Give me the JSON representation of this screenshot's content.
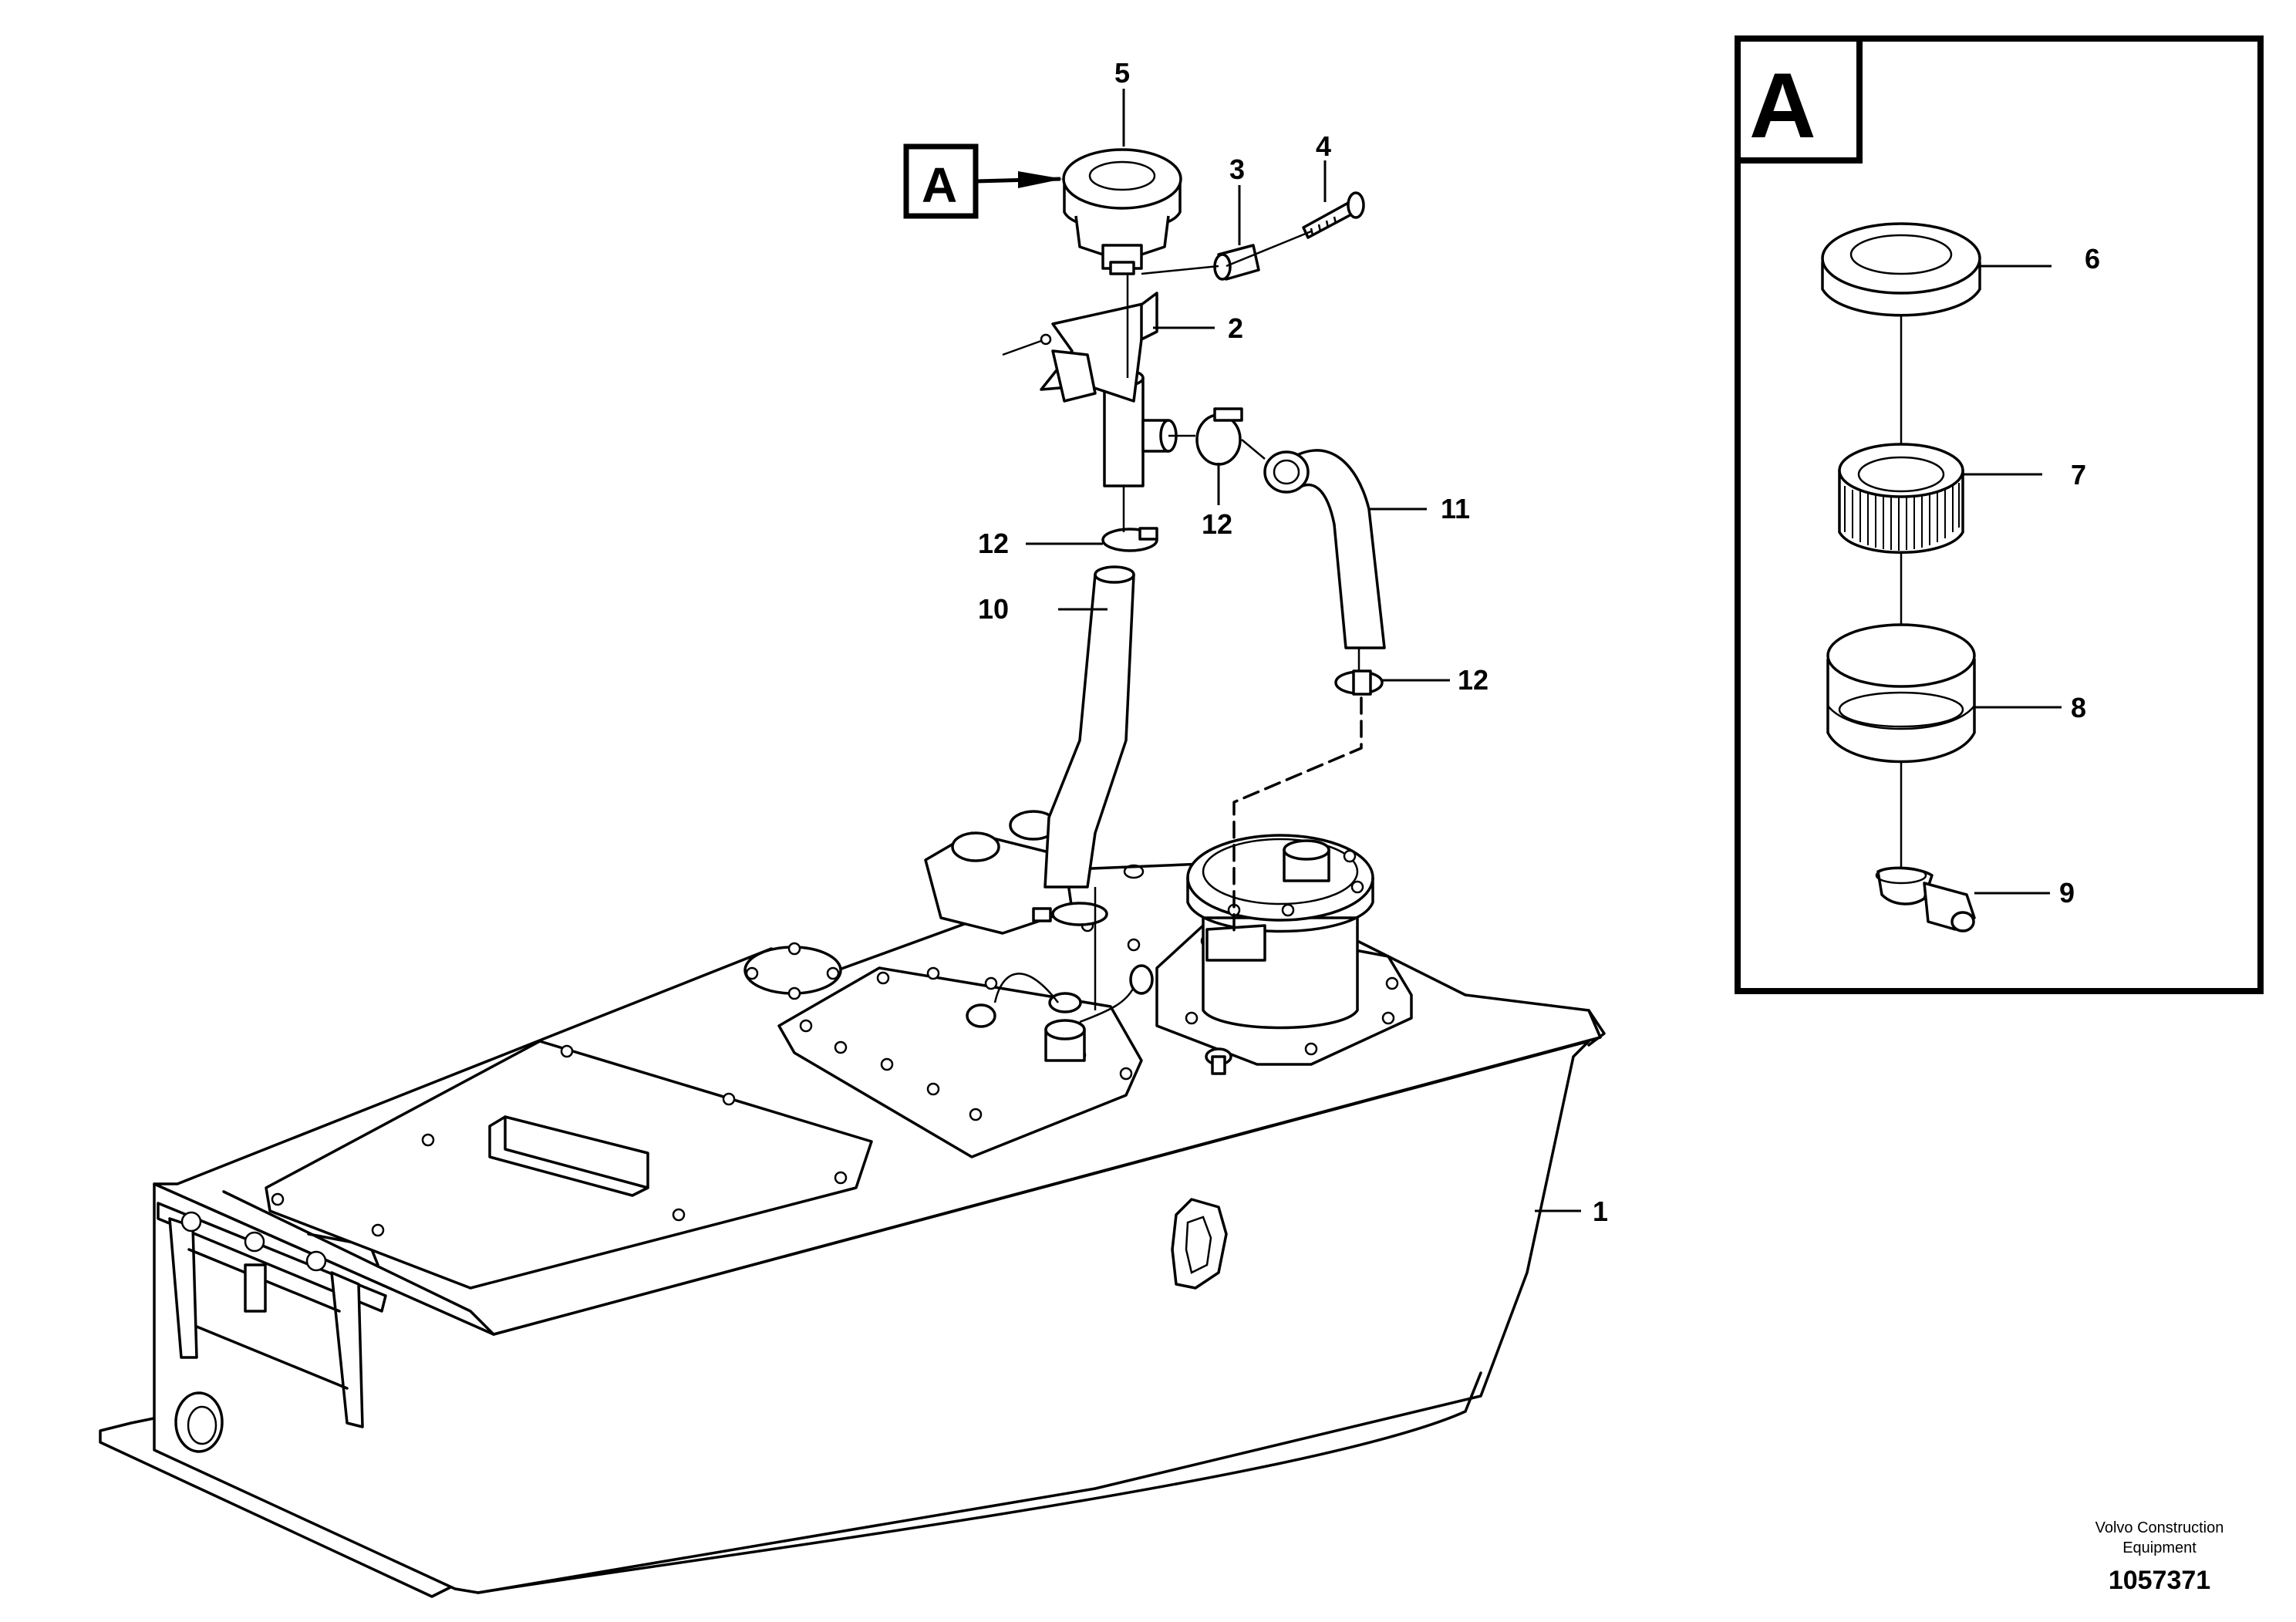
{
  "callouts": {
    "c1": "1",
    "c2": "2",
    "c3": "3",
    "c4": "4",
    "c5": "5",
    "c6": "6",
    "c7": "7",
    "c8": "8",
    "c9": "9",
    "c10": "10",
    "c11": "11",
    "c12a": "12",
    "c12b": "12",
    "c12c": "12"
  },
  "detail_marker": "A",
  "detail_box_label": "A",
  "footer": {
    "line1": "Volvo Construction",
    "line2": "Equipment",
    "number": "1057371"
  }
}
